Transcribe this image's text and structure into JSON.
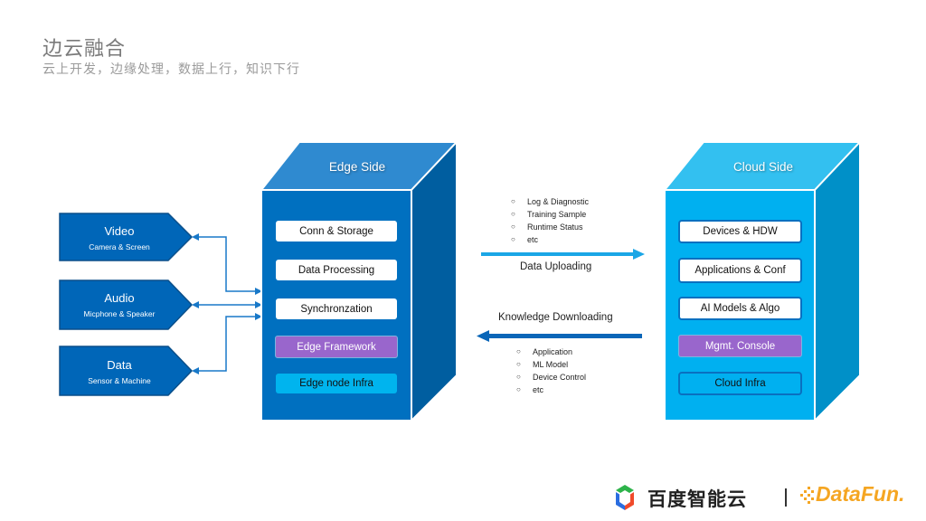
{
  "header": {
    "title": "边云融合",
    "subtitle": "云上开发，边缘处理，数据上行，知识下行"
  },
  "sources": [
    {
      "title": "Video",
      "subtitle": "Camera & Screen"
    },
    {
      "title": "Audio",
      "subtitle": "Micphone & Speaker"
    },
    {
      "title": "Data",
      "subtitle": "Sensor & Machine"
    }
  ],
  "edge_side": {
    "title": "Edge Side",
    "layers": [
      {
        "label": "Conn & Storage",
        "style": "white"
      },
      {
        "label": "Data Processing",
        "style": "white"
      },
      {
        "label": "Synchronzation",
        "style": "white"
      },
      {
        "label": "Edge Framework",
        "style": "purple"
      },
      {
        "label": "Edge node Infra",
        "style": "cyan"
      }
    ]
  },
  "cloud_side": {
    "title": "Cloud Side",
    "layers": [
      {
        "label": "Devices & HDW",
        "style": "white"
      },
      {
        "label": "Applications & Conf",
        "style": "white"
      },
      {
        "label": "AI Models & Algo",
        "style": "white"
      },
      {
        "label": "Mgmt. Console",
        "style": "purple"
      },
      {
        "label": "Cloud Infra",
        "style": "cyan"
      }
    ]
  },
  "flows": {
    "upload": {
      "label": "Data Uploading",
      "items": [
        "Log & Diagnostic",
        "Training Sample",
        "Runtime Status",
        "etc"
      ]
    },
    "download": {
      "label": "Knowledge Downloading",
      "items": [
        "Application",
        "ML Model",
        "Device Control",
        "etc"
      ]
    }
  },
  "icons": {
    "bullet": "○"
  },
  "colors": {
    "edge_front": "#0070c0",
    "edge_top": "#2f8ad0",
    "edge_side": "#005ea0",
    "cloud_front": "#00b0f0",
    "cloud_top": "#33c0f0",
    "cloud_side": "#0090c8",
    "source_fill": "#0066b8",
    "upload_arrow": "#1aa6e6",
    "download_arrow": "#0a66b8",
    "purple": "#9966cc",
    "datafun_orange": "#f5a623"
  },
  "footer": {
    "baidu_logo_text": "百度智能云",
    "datafun_logo_text": "DataFun."
  }
}
